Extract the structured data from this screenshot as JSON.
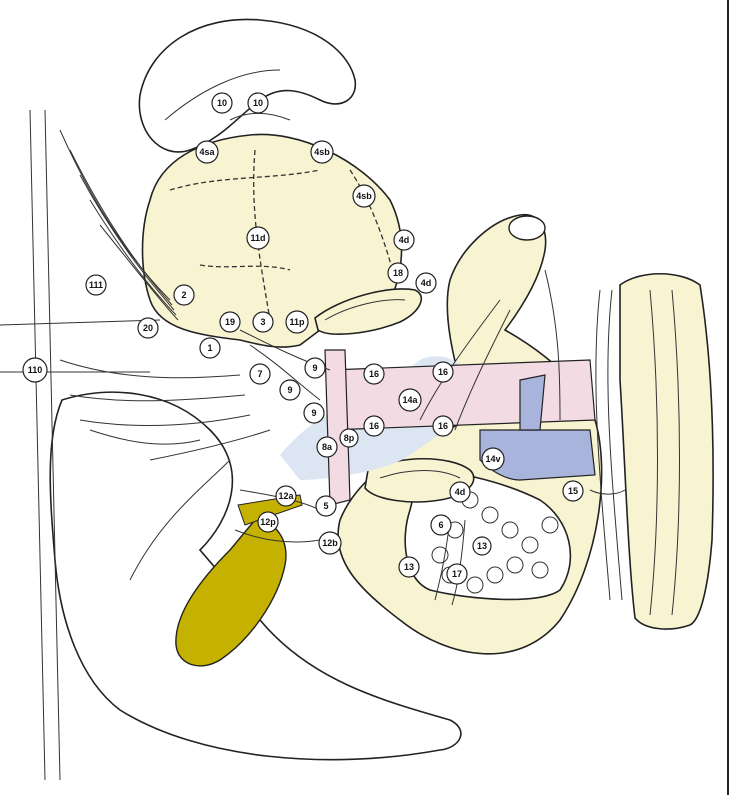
{
  "labels": {
    "n10a": "10",
    "n10b": "10",
    "n4sa": "4sa",
    "n4sb": "4sb",
    "n4sb2": "4sb",
    "n11d": "11d",
    "n4d_upper": "4d",
    "n18": "18",
    "n4d_mid": "4d",
    "n111": "111",
    "n2": "2",
    "n20": "20",
    "n19": "19",
    "n3": "3",
    "n11p": "11p",
    "n110": "110",
    "n1": "1",
    "n7": "7",
    "n9a": "9",
    "n9b": "9",
    "n9c": "9",
    "n16a": "16",
    "n16b": "16",
    "n16c": "16",
    "n16d": "16",
    "n14a": "14a",
    "n8a": "8a",
    "n8p": "8p",
    "n14v": "14v",
    "n4d_low": "4d",
    "n12a": "12a",
    "n12p": "12p",
    "n5": "5",
    "n12b": "12b",
    "n6": "6",
    "n13a": "13",
    "n13b": "13",
    "n17": "17",
    "n15": "15"
  },
  "colors": {
    "organ_fill": "#f8f4d2",
    "artery_fill": "#f3dbe3",
    "vein_fill": "#a9b4dc",
    "portal_region": "#dce6f2",
    "gallbladder": "#c5b200",
    "white": "#ffffff",
    "outline": "#222222"
  }
}
